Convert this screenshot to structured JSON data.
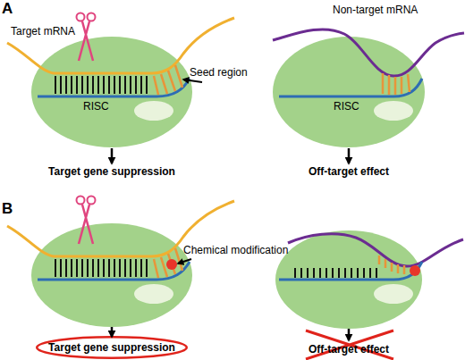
{
  "diagram": {
    "nodes": [
      {
        "text": [
          "RISC"
        ]
      },
      {
        "text": [
          "RISC"
        ]
      },
      {
        "text": [
          "Target gene suppression"
        ]
      }
    ],
    "labels": [
      "A",
      "Target mRNA",
      "Non-target mRNA",
      "Seed region",
      "Target gene suppression",
      "Off-target effect",
      "B",
      "Chemical modification",
      "Off-target effect"
    ]
  }
}
